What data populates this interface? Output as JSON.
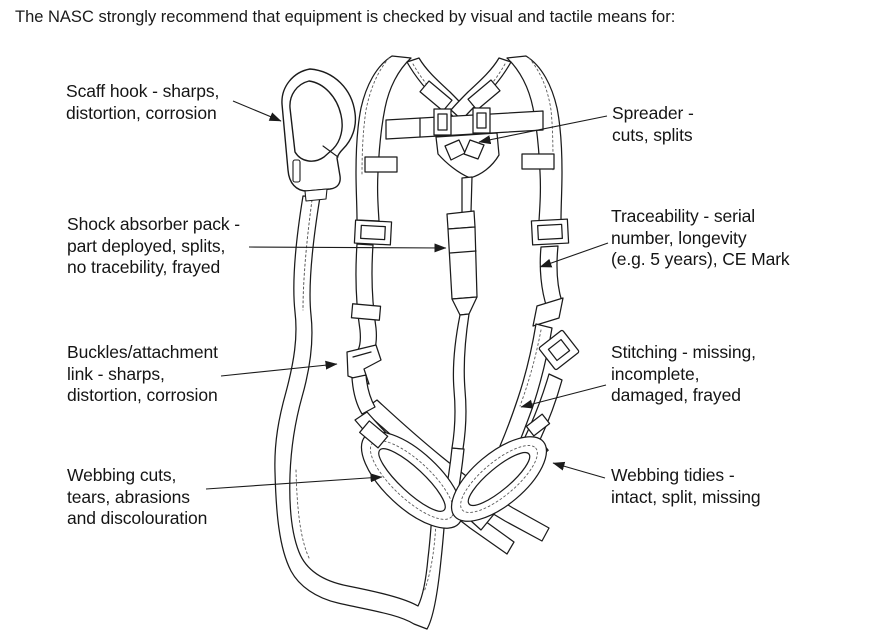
{
  "header": {
    "text": "The NASC strongly recommend that equipment is checked by visual and tactile means for:"
  },
  "callouts": {
    "scaff_hook": {
      "side": "left",
      "lines": [
        "Scaff hook - sharps,",
        "distortion, corrosion"
      ]
    },
    "shock_absorber": {
      "side": "left",
      "lines": [
        "Shock absorber pack -",
        "part deployed, splits,",
        "no tracebility, frayed"
      ]
    },
    "buckles": {
      "side": "left",
      "lines": [
        "Buckles/attachment",
        "link - sharps,",
        "distortion, corrosion"
      ]
    },
    "webbing_cuts": {
      "side": "left",
      "lines": [
        "Webbing cuts,",
        "tears, abrasions",
        "and discolouration"
      ]
    },
    "spreader": {
      "side": "right",
      "lines": [
        "Spreader -",
        "cuts, splits"
      ]
    },
    "traceability": {
      "side": "right",
      "lines": [
        "Traceability - serial",
        "number, longevity",
        "(e.g. 5 years), CE Mark"
      ]
    },
    "stitching": {
      "side": "right",
      "lines": [
        "Stitching - missing,",
        "incomplete,",
        "damaged, frayed"
      ]
    },
    "webbing_tidies": {
      "side": "right",
      "lines": [
        "Webbing tidies -",
        "intact, split, missing"
      ]
    }
  },
  "illustration": {
    "subject": "full-body safety harness with shock absorber lanyard and scaff hook",
    "line_color": "#1b1b1b",
    "stitch_color": "#5a5a5a",
    "background": "#ffffff"
  }
}
